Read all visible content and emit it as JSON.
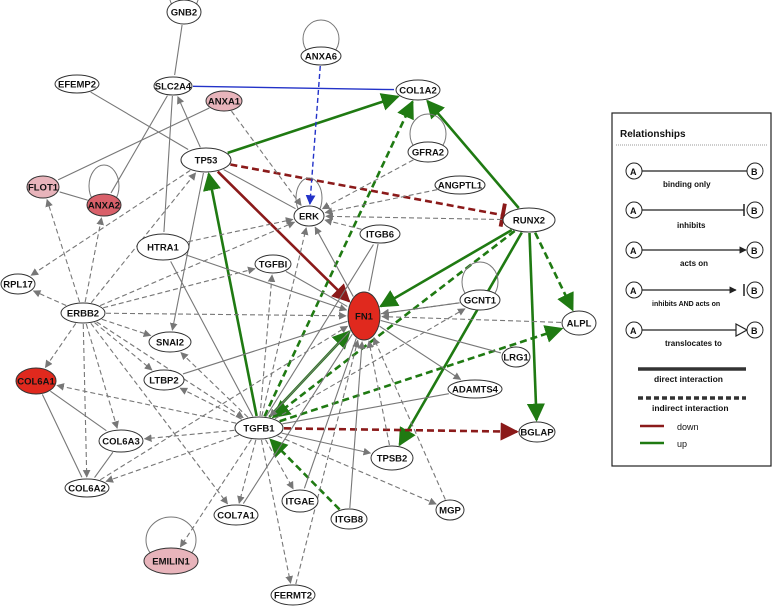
{
  "colors": {
    "direct_gray": "#777777",
    "indirect_gray": "#888888",
    "up_green": "#1f7a12",
    "down_red": "#8b1a1a",
    "blue_edge": "#2232c8",
    "node_red_strong": "#e0291e",
    "node_red_mid": "#d9606a",
    "node_pink": "#e8b4bb",
    "node_white": "#ffffff"
  },
  "nodes": [
    {
      "id": "GNB2",
      "label": "GNB2",
      "fill": "white",
      "self_loop": true
    },
    {
      "id": "ANXA6",
      "label": "ANXA6",
      "fill": "white",
      "self_loop": true
    },
    {
      "id": "EFEMP2",
      "label": "EFEMP2",
      "fill": "white"
    },
    {
      "id": "SLC2A4",
      "label": "SLC2A4",
      "fill": "white"
    },
    {
      "id": "ANXA1",
      "label": "ANXA1",
      "fill": "pink"
    },
    {
      "id": "COL1A2",
      "label": "COL1A2",
      "fill": "white"
    },
    {
      "id": "TP53",
      "label": "TP53",
      "fill": "white"
    },
    {
      "id": "GFRA2",
      "label": "GFRA2",
      "fill": "white",
      "self_loop": true
    },
    {
      "id": "FLOT1",
      "label": "FLOT1",
      "fill": "pink"
    },
    {
      "id": "ANXA2",
      "label": "ANXA2",
      "fill": "mid",
      "self_loop": true
    },
    {
      "id": "ANGPTL1",
      "label": "ANGPTL1",
      "fill": "white"
    },
    {
      "id": "ERK",
      "label": "ERK",
      "fill": "white",
      "self_loop": true
    },
    {
      "id": "RUNX2",
      "label": "RUNX2",
      "fill": "white"
    },
    {
      "id": "ITGB6",
      "label": "ITGB6",
      "fill": "white"
    },
    {
      "id": "HTRA1",
      "label": "HTRA1",
      "fill": "white"
    },
    {
      "id": "TGFBI",
      "label": "TGFBI",
      "fill": "white"
    },
    {
      "id": "RPL17",
      "label": "RPL17",
      "fill": "white"
    },
    {
      "id": "FN1",
      "label": "FN1",
      "fill": "strong"
    },
    {
      "id": "GCNT1",
      "label": "GCNT1",
      "fill": "white",
      "self_loop": true
    },
    {
      "id": "ERBB2",
      "label": "ERBB2",
      "fill": "white"
    },
    {
      "id": "ALPL",
      "label": "ALPL",
      "fill": "white"
    },
    {
      "id": "SNAI2",
      "label": "SNAI2",
      "fill": "white"
    },
    {
      "id": "LRG1",
      "label": "LRG1",
      "fill": "white"
    },
    {
      "id": "COL6A1",
      "label": "COL6A1",
      "fill": "strong"
    },
    {
      "id": "LTBP2",
      "label": "LTBP2",
      "fill": "white"
    },
    {
      "id": "ADAMTS4",
      "label": "ADAMTS4",
      "fill": "white"
    },
    {
      "id": "COL6A3",
      "label": "COL6A3",
      "fill": "white"
    },
    {
      "id": "TGFB1",
      "label": "TGFB1",
      "fill": "white"
    },
    {
      "id": "BGLAP",
      "label": "BGLAP",
      "fill": "white"
    },
    {
      "id": "TPSB2",
      "label": "TPSB2",
      "fill": "white"
    },
    {
      "id": "COL6A2",
      "label": "COL6A2",
      "fill": "white"
    },
    {
      "id": "ITGAE",
      "label": "ITGAE",
      "fill": "white"
    },
    {
      "id": "MGP",
      "label": "MGP",
      "fill": "white"
    },
    {
      "id": "COL7A1",
      "label": "COL7A1",
      "fill": "white"
    },
    {
      "id": "ITGB8",
      "label": "ITGB8",
      "fill": "white"
    },
    {
      "id": "EMILIN1",
      "label": "EMILIN1",
      "fill": "pink",
      "self_loop": true
    },
    {
      "id": "FERMT2",
      "label": "FERMT2",
      "fill": "white"
    }
  ],
  "edges": [
    {
      "from": "SLC2A4",
      "to": "COL1A2",
      "style": "solid",
      "color": "blue",
      "type": "binding"
    },
    {
      "from": "TP53",
      "to": "COL1A2",
      "style": "solid",
      "color": "green",
      "type": "acts"
    },
    {
      "from": "TP53",
      "to": "FN1",
      "style": "solid",
      "color": "red",
      "type": "acts"
    },
    {
      "from": "TP53",
      "to": "RUNX2",
      "style": "dashed",
      "color": "red",
      "type": "inhibits"
    },
    {
      "from": "RUNX2",
      "to": "COL1A2",
      "style": "solid",
      "color": "green",
      "type": "acts"
    },
    {
      "from": "RUNX2",
      "to": "FN1",
      "style": "solid",
      "color": "green",
      "type": "acts"
    },
    {
      "from": "RUNX2",
      "to": "ALPL",
      "style": "dashed",
      "color": "green",
      "type": "acts"
    },
    {
      "from": "RUNX2",
      "to": "BGLAP",
      "style": "solid",
      "color": "green",
      "type": "acts"
    },
    {
      "from": "RUNX2",
      "to": "TPSB2",
      "style": "solid",
      "color": "green",
      "type": "acts"
    },
    {
      "from": "RUNX2",
      "to": "TGFB1",
      "style": "dashed",
      "color": "green",
      "type": "acts"
    },
    {
      "from": "TGFB1",
      "to": "COL1A2",
      "style": "dashed",
      "color": "green",
      "type": "acts"
    },
    {
      "from": "TGFB1",
      "to": "TP53",
      "style": "solid",
      "color": "green",
      "type": "acts"
    },
    {
      "from": "TGFB1",
      "to": "FN1",
      "style": "solid",
      "color": "green",
      "type": "acts"
    },
    {
      "from": "TGFB1",
      "to": "ALPL",
      "style": "dashed",
      "color": "green",
      "type": "acts"
    },
    {
      "from": "TGFB1",
      "to": "BGLAP",
      "style": "dashed",
      "color": "red",
      "type": "acts"
    },
    {
      "from": "ITGB8",
      "to": "TGFB1",
      "style": "dashed",
      "color": "green",
      "type": "acts"
    },
    {
      "from": "TGFB1",
      "to": "SNAI2",
      "style": "dashed",
      "color": "gray",
      "type": "acts"
    },
    {
      "from": "TGFB1",
      "to": "LTBP2",
      "style": "dashed",
      "color": "gray",
      "type": "acts"
    },
    {
      "from": "TGFB1",
      "to": "COL6A1",
      "style": "dashed",
      "color": "gray",
      "type": "acts"
    },
    {
      "from": "TGFB1",
      "to": "COL6A3",
      "style": "dashed",
      "color": "gray",
      "type": "acts"
    },
    {
      "from": "TGFB1",
      "to": "COL6A2",
      "style": "dashed",
      "color": "gray",
      "type": "acts"
    },
    {
      "from": "TGFB1",
      "to": "COL7A1",
      "style": "dashed",
      "color": "gray",
      "type": "acts"
    },
    {
      "from": "TGFB1",
      "to": "ITGAE",
      "style": "dashed",
      "color": "gray",
      "type": "acts"
    },
    {
      "from": "TGFB1",
      "to": "MGP",
      "style": "dashed",
      "color": "gray",
      "type": "acts"
    },
    {
      "from": "TGFB1",
      "to": "FERMT2",
      "style": "dashed",
      "color": "gray",
      "type": "acts"
    },
    {
      "from": "TGFB1",
      "to": "EMILIN1",
      "style": "dashed",
      "color": "gray",
      "type": "acts"
    },
    {
      "from": "TGFB1",
      "to": "TPSB2",
      "style": "solid",
      "color": "gray",
      "type": "acts"
    },
    {
      "from": "TGFB1",
      "to": "ERK",
      "style": "dashed",
      "color": "gray",
      "type": "acts"
    },
    {
      "from": "TGFB1",
      "to": "TGFBI",
      "style": "dashed",
      "color": "gray",
      "type": "acts"
    },
    {
      "from": "TGFB1",
      "to": "GCNT1",
      "style": "dashed",
      "color": "gray",
      "type": "acts"
    },
    {
      "from": "TGFB1",
      "to": "HTRA1",
      "style": "solid",
      "color": "gray",
      "type": "binding"
    },
    {
      "from": "TGFB1",
      "to": "ADAMTS4",
      "style": "solid",
      "color": "gray",
      "type": "binding"
    },
    {
      "from": "TGFB1",
      "to": "ITGB6",
      "style": "solid",
      "color": "gray",
      "type": "binding"
    },
    {
      "from": "ERBB2",
      "to": "RPL17",
      "style": "dashed",
      "color": "gray",
      "type": "acts"
    },
    {
      "from": "ERBB2",
      "to": "FN1",
      "style": "dashed",
      "color": "gray",
      "type": "acts"
    },
    {
      "from": "ERBB2",
      "to": "SNAI2",
      "style": "dashed",
      "color": "gray",
      "type": "acts"
    },
    {
      "from": "ERBB2",
      "to": "LTBP2",
      "style": "dashed",
      "color": "gray",
      "type": "acts"
    },
    {
      "from": "ERBB2",
      "to": "COL6A1",
      "style": "dashed",
      "color": "gray",
      "type": "acts"
    },
    {
      "from": "ERBB2",
      "to": "COL6A3",
      "style": "dashed",
      "color": "gray",
      "type": "acts"
    },
    {
      "from": "ERBB2",
      "to": "COL6A2",
      "style": "dashed",
      "color": "gray",
      "type": "acts"
    },
    {
      "from": "ERBB2",
      "to": "TGFB1",
      "style": "dashed",
      "color": "gray",
      "type": "acts"
    },
    {
      "from": "ERBB2",
      "to": "COL7A1",
      "style": "dashed",
      "color": "gray",
      "type": "acts"
    },
    {
      "from": "ERBB2",
      "to": "ERK",
      "style": "dashed",
      "color": "gray",
      "type": "acts"
    },
    {
      "from": "ERBB2",
      "to": "FLOT1",
      "style": "dashed",
      "color": "gray",
      "type": "acts"
    },
    {
      "from": "ERBB2",
      "to": "ANXA2",
      "style": "dashed",
      "color": "gray",
      "type": "acts"
    },
    {
      "from": "ERBB2",
      "to": "TP53",
      "style": "dashed",
      "color": "gray",
      "type": "acts"
    },
    {
      "from": "ERBB2",
      "to": "TGFBI",
      "style": "dashed",
      "color": "gray",
      "type": "acts"
    },
    {
      "from": "COL6A1",
      "to": "COL6A3",
      "style": "solid",
      "color": "gray",
      "type": "binding"
    },
    {
      "from": "COL6A1",
      "to": "COL6A2",
      "style": "solid",
      "color": "gray",
      "type": "binding"
    },
    {
      "from": "COL6A3",
      "to": "COL6A2",
      "style": "solid",
      "color": "gray",
      "type": "binding"
    },
    {
      "from": "EFEMP2",
      "to": "TP53",
      "style": "solid",
      "color": "gray",
      "type": "binding"
    },
    {
      "from": "GNB2",
      "to": "SLC2A4",
      "style": "solid",
      "color": "gray",
      "type": "binding"
    },
    {
      "from": "ANXA6",
      "to": "ERK",
      "style": "dashed",
      "color": "blue",
      "type": "acts"
    },
    {
      "from": "ANXA1",
      "to": "ERK",
      "style": "dashed",
      "color": "gray",
      "type": "acts"
    },
    {
      "from": "ANXA1",
      "to": "FLOT1",
      "style": "solid",
      "color": "gray",
      "type": "binding"
    },
    {
      "from": "SLC2A4",
      "to": "ANXA2",
      "style": "solid",
      "color": "gray",
      "type": "binding"
    },
    {
      "from": "SLC2A4",
      "to": "HTRA1",
      "style": "solid",
      "color": "gray",
      "type": "binding"
    },
    {
      "from": "TP53",
      "to": "SLC2A4",
      "style": "solid",
      "color": "gray",
      "type": "acts"
    },
    {
      "from": "TP53",
      "to": "ERK",
      "style": "solid",
      "color": "gray",
      "type": "binding"
    },
    {
      "from": "TP53",
      "to": "SNAI2",
      "style": "solid",
      "color": "gray",
      "type": "acts"
    },
    {
      "from": "TP53",
      "to": "RPL17",
      "style": "dashed",
      "color": "gray",
      "type": "acts"
    },
    {
      "from": "GFRA2",
      "to": "ERK",
      "style": "dashed",
      "color": "gray",
      "type": "acts"
    },
    {
      "from": "ANGPTL1",
      "to": "ERK",
      "style": "dashed",
      "color": "gray",
      "type": "acts"
    },
    {
      "from": "RUNX2",
      "to": "ERK",
      "style": "dashed",
      "color": "gray",
      "type": "acts"
    },
    {
      "from": "ITGB6",
      "to": "ERK",
      "style": "dashed",
      "color": "gray",
      "type": "acts"
    },
    {
      "from": "ITGB6",
      "to": "FN1",
      "style": "solid",
      "color": "gray",
      "type": "binding"
    },
    {
      "from": "HTRA1",
      "to": "ERK",
      "style": "dashed",
      "color": "gray",
      "type": "acts"
    },
    {
      "from": "HTRA1",
      "to": "FN1",
      "style": "solid",
      "color": "gray",
      "type": "acts"
    },
    {
      "from": "TGFBI",
      "to": "FN1",
      "style": "solid",
      "color": "gray",
      "type": "binding"
    },
    {
      "from": "FN1",
      "to": "ERK",
      "style": "solid",
      "color": "gray",
      "type": "acts"
    },
    {
      "from": "FN1",
      "to": "GCNT1",
      "style": "solid",
      "color": "gray",
      "type": "binding"
    },
    {
      "from": "FN1",
      "to": "LRG1",
      "style": "solid",
      "color": "gray",
      "type": "binding"
    },
    {
      "from": "FN1",
      "to": "ADAMTS4",
      "style": "solid",
      "color": "gray",
      "type": "acts"
    },
    {
      "from": "FN1",
      "to": "LTBP2",
      "style": "solid",
      "color": "gray",
      "type": "binding"
    },
    {
      "from": "FN1",
      "to": "ITGAE",
      "style": "solid",
      "color": "gray",
      "type": "binding"
    },
    {
      "from": "FN1",
      "to": "COL7A1",
      "style": "solid",
      "color": "gray",
      "type": "binding"
    },
    {
      "from": "FN1",
      "to": "TGFB1",
      "style": "solid",
      "color": "gray",
      "type": "acts"
    },
    {
      "from": "ALPL",
      "to": "FN1",
      "style": "dashed",
      "color": "gray",
      "type": "acts"
    },
    {
      "from": "ITGB8",
      "to": "FN1",
      "style": "solid",
      "color": "gray",
      "type": "acts"
    },
    {
      "from": "MGP",
      "to": "FN1",
      "style": "dashed",
      "color": "gray",
      "type": "acts"
    },
    {
      "from": "TPSB2",
      "to": "FN1",
      "style": "dashed",
      "color": "gray",
      "type": "acts"
    },
    {
      "from": "FERMT2",
      "to": "FN1",
      "style": "dashed",
      "color": "gray",
      "type": "acts"
    },
    {
      "from": "COL6A2",
      "to": "FN1",
      "style": "dashed",
      "color": "gray",
      "type": "acts"
    },
    {
      "from": "GCNT1",
      "to": "FN1",
      "style": "dashed",
      "color": "gray",
      "type": "acts"
    },
    {
      "from": "ANXA2",
      "to": "FLOT1",
      "style": "solid",
      "color": "gray",
      "type": "binding"
    }
  ],
  "legend": {
    "title": "Relationships",
    "items": [
      {
        "a": "A",
        "b": "B",
        "label": "binding only"
      },
      {
        "a": "A",
        "b": "B",
        "label": "inhibits"
      },
      {
        "a": "A",
        "b": "B",
        "label": "acts on"
      },
      {
        "a": "A",
        "b": "B",
        "label": "inhibits AND acts on"
      },
      {
        "a": "A",
        "b": "B",
        "label": "translocates to"
      }
    ],
    "line_items": [
      {
        "label": "direct interaction"
      },
      {
        "label": "indirect interaction"
      }
    ],
    "color_items": [
      {
        "label": "down",
        "color": "#8b1a1a"
      },
      {
        "label": "up",
        "color": "#1f7a12"
      }
    ]
  }
}
